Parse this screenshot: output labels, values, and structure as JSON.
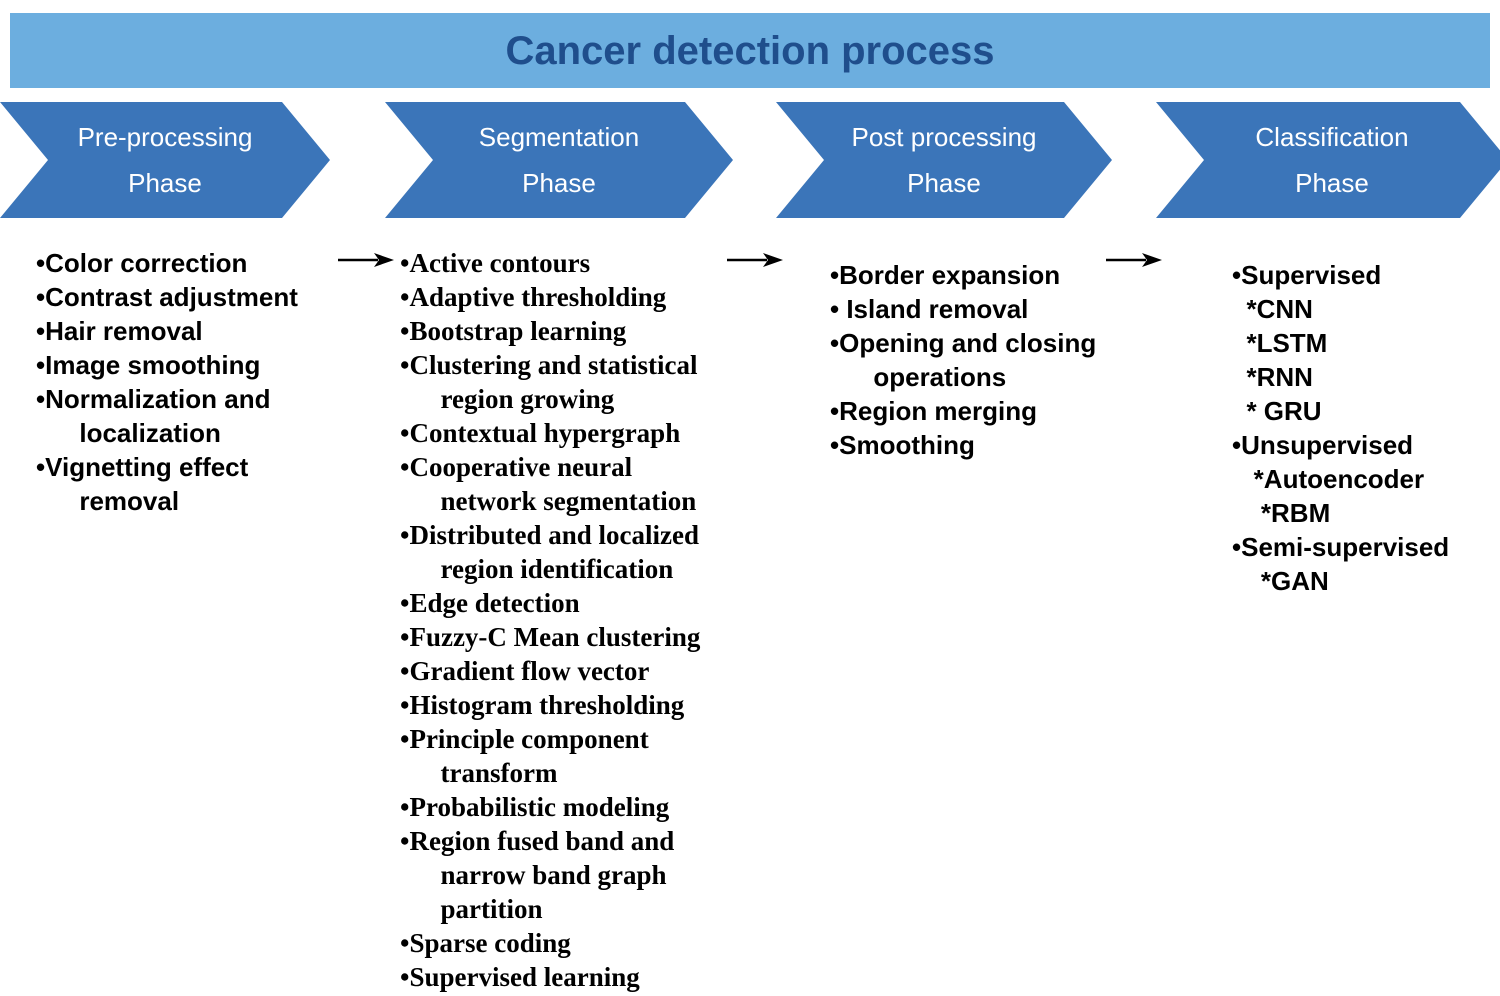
{
  "banner": {
    "title": "Cancer detection process",
    "background_color": "#6CAEDF",
    "title_color": "#1F4E8C"
  },
  "colors": {
    "banner_light_blue": "#6CAEDF",
    "chevron_blue": "#3B75B9",
    "title_navy": "#1F4E8C",
    "arrow_black": "#000000",
    "bullet_text": "#000000",
    "chevron_label": "#FFFFFF"
  },
  "phases": [
    {
      "line1": "Pre-processing",
      "line2": "Phase"
    },
    {
      "line1": "Segmentation",
      "line2": "Phase"
    },
    {
      "line1": "Post processing",
      "line2": "Phase"
    },
    {
      "line1": "Classification",
      "line2": "Phase"
    }
  ],
  "arrows": [
    {
      "name": "arrow-1"
    },
    {
      "name": "arrow-2"
    },
    {
      "name": "arrow-3"
    }
  ],
  "columns": [
    {
      "phase": "Pre-processing Phase",
      "font": "sans",
      "items": [
        "•Color correction",
        "•Contrast adjustment",
        "•Hair removal",
        "•Image smoothing",
        "•Normalization and",
        "      localization",
        "•Vignetting effect",
        "      removal"
      ]
    },
    {
      "phase": "Segmentation Phase",
      "font": "serif",
      "items": [
        "•Active contours",
        "•Adaptive thresholding",
        "•Bootstrap learning",
        "•Clustering and statistical",
        "      region growing",
        "•Contextual hypergraph",
        "•Cooperative neural",
        "      network segmentation",
        "•Distributed and localized",
        "      region identification",
        "•Edge detection",
        "•Fuzzy-C Mean clustering",
        "•Gradient flow vector",
        "•Histogram thresholding",
        "•Principle component",
        "      transform",
        "•Probabilistic modeling",
        "•Region fused band and",
        "      narrow band graph",
        "      partition",
        "•Sparse coding",
        "•Supervised learning"
      ]
    },
    {
      "phase": "Post processing Phase",
      "font": "sans",
      "items": [
        "•Border expansion",
        "• Island removal",
        "•Opening and closing",
        "      operations",
        "•Region merging",
        "•Smoothing"
      ]
    },
    {
      "phase": "Classification Phase",
      "font": "sans",
      "items": [
        "•Supervised",
        "  *CNN",
        "  *LSTM",
        "  *RNN",
        "  * GRU",
        "•Unsupervised",
        "   *Autoencoder",
        "    *RBM",
        "•Semi-supervised",
        "    *GAN"
      ]
    }
  ]
}
